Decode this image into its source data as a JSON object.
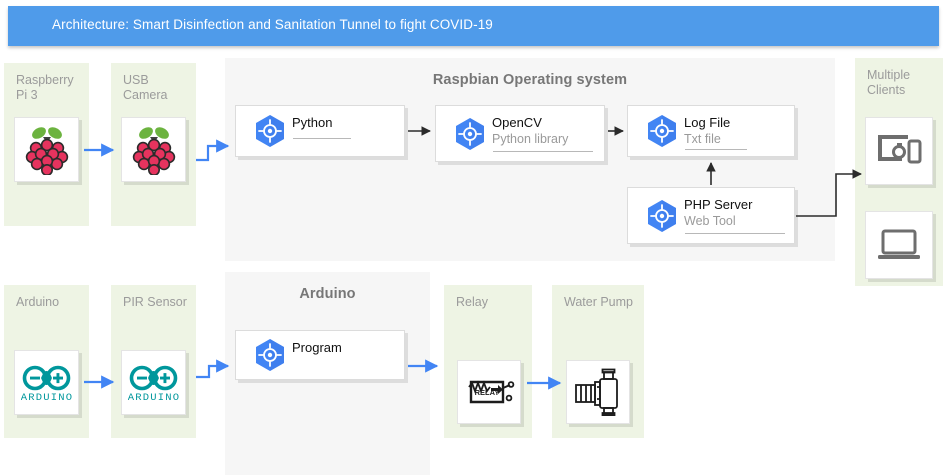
{
  "header": {
    "title": "Architecture: Smart Disinfection and Sanitation Tunnel to fight COVID-19",
    "background": "#4f9bea",
    "text_color": "#ffffff"
  },
  "colors": {
    "green_panel": "#eef4e4",
    "gray_panel": "#f6f6f6",
    "hex_icon": "#4285f4",
    "blue_arrow": "#4285f4",
    "dark_arrow": "#2b2b2b",
    "label_gray": "#9b9b9b",
    "title_gray": "#777777",
    "arduino_teal": "#00979c",
    "raspberry_pink": "#e6335e",
    "raspberry_green": "#6cb33f",
    "device_gray": "#6e6e6e"
  },
  "groups": [
    {
      "name": "raspberry-pi-3",
      "label": "Raspberry\nPi 3",
      "kind": "green"
    },
    {
      "name": "usb-camera",
      "label": "USB\nCamera",
      "kind": "green"
    },
    {
      "name": "raspbian-os",
      "title": "Raspbian Operating system",
      "kind": "gray"
    },
    {
      "name": "multiple-clients",
      "label": "Multiple\nClients",
      "kind": "green"
    },
    {
      "name": "arduino-board",
      "label": "Arduino",
      "kind": "green"
    },
    {
      "name": "pir-sensor",
      "label": "PIR Sensor",
      "kind": "green"
    },
    {
      "name": "arduino-section",
      "title": "Arduino",
      "kind": "gray"
    },
    {
      "name": "relay",
      "label": "Relay",
      "kind": "green"
    },
    {
      "name": "water-pump",
      "label": "Water Pump",
      "kind": "green"
    }
  ],
  "cards": [
    {
      "name": "python",
      "title": "Python",
      "subtitle": "",
      "icon": "hexagon-gear-icon"
    },
    {
      "name": "opencv",
      "title": "OpenCV",
      "subtitle": "Python library",
      "icon": "hexagon-gear-icon"
    },
    {
      "name": "log-file",
      "title": "Log File",
      "subtitle": "Txt file",
      "icon": "hexagon-gear-icon"
    },
    {
      "name": "php-server",
      "title": "PHP Server",
      "subtitle": "Web Tool",
      "icon": "hexagon-gear-icon"
    },
    {
      "name": "program",
      "title": "Program",
      "subtitle": "",
      "icon": "hexagon-gear-icon"
    }
  ],
  "tiles": [
    {
      "name": "raspberry-pi-logo-tile",
      "icon": "raspberry-pi-icon"
    },
    {
      "name": "usb-camera-logo-tile",
      "icon": "raspberry-pi-icon"
    },
    {
      "name": "multi-device-tile",
      "icon": "multi-device-icon"
    },
    {
      "name": "laptop-tile",
      "icon": "laptop-icon"
    },
    {
      "name": "arduino-logo-tile",
      "icon": "arduino-icon"
    },
    {
      "name": "pir-sensor-logo-tile",
      "icon": "arduino-icon"
    },
    {
      "name": "relay-tile",
      "icon": "relay-icon",
      "glyph_text": "RELAY"
    },
    {
      "name": "water-pump-tile",
      "icon": "water-pump-icon"
    }
  ]
}
